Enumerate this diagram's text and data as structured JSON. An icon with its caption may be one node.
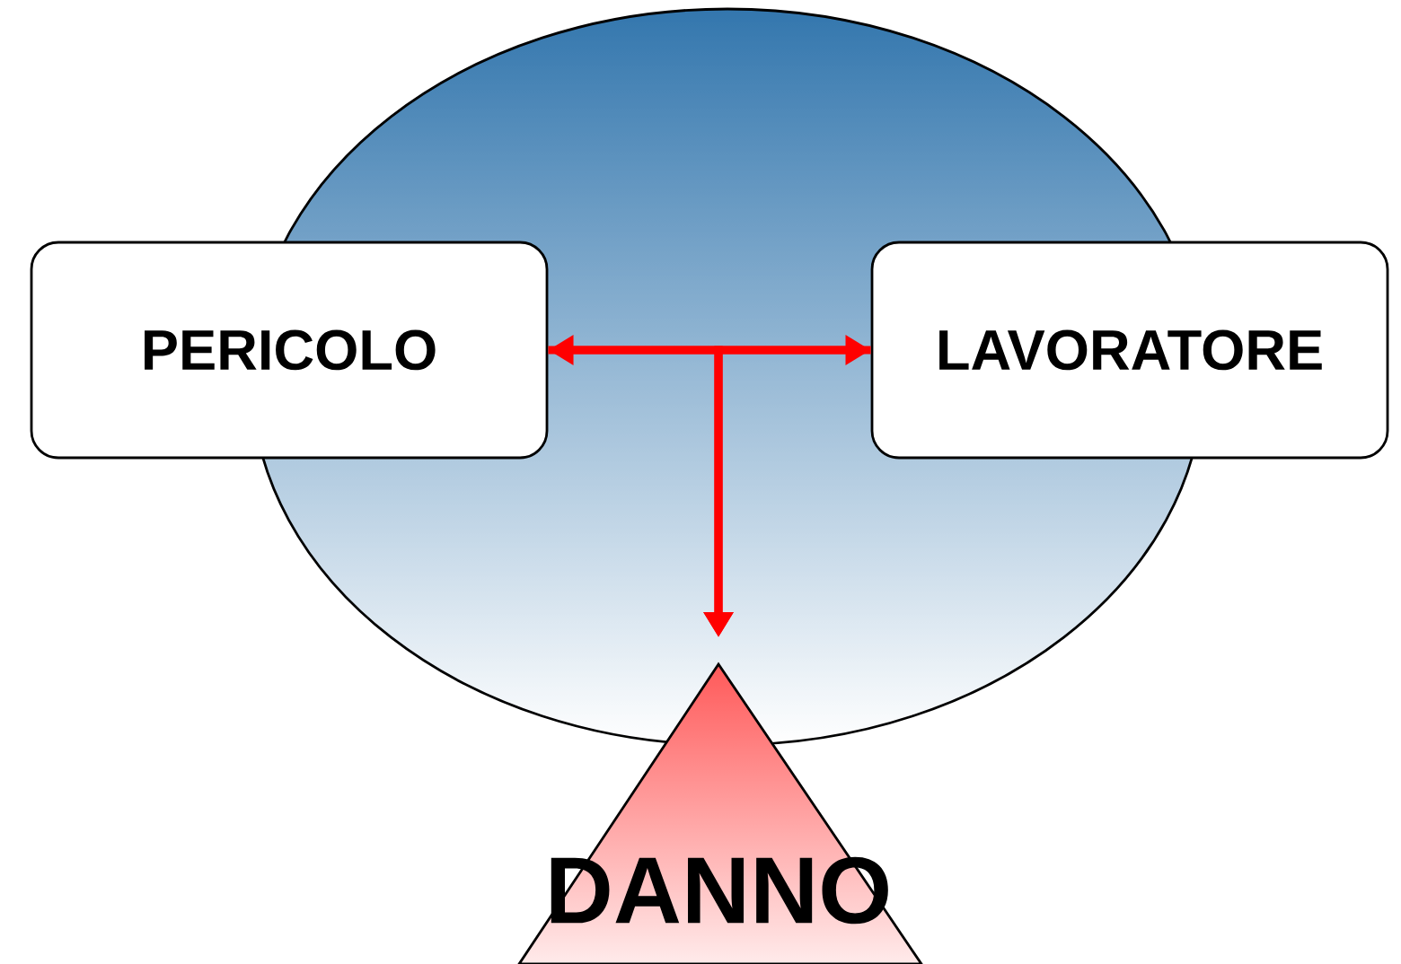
{
  "diagram": {
    "nodes": [
      {
        "text": [
          "PERICOLO"
        ]
      },
      {
        "text": [
          "LAVORATORE"
        ]
      },
      {
        "text": [
          "DANNO"
        ]
      }
    ],
    "edges": [
      {
        "from": 0,
        "to": 1,
        "arrow": "both",
        "color": "#ff0000"
      },
      {
        "from": 0,
        "to": 2,
        "arrow": "to",
        "color": "#ff0000"
      },
      {
        "from": 1,
        "to": 2,
        "arrow": "to",
        "color": "#ff0000"
      }
    ]
  }
}
